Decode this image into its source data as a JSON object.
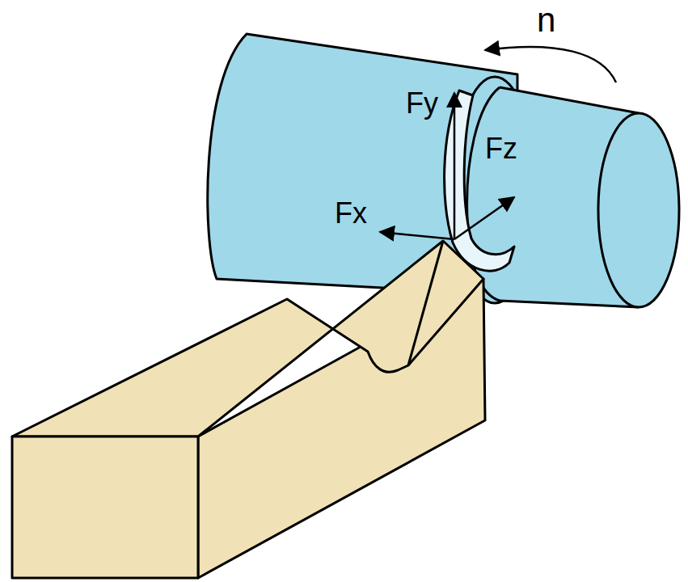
{
  "diagram": {
    "labels": [
      "n",
      "Fy",
      "Fz",
      "Fx"
    ]
  }
}
